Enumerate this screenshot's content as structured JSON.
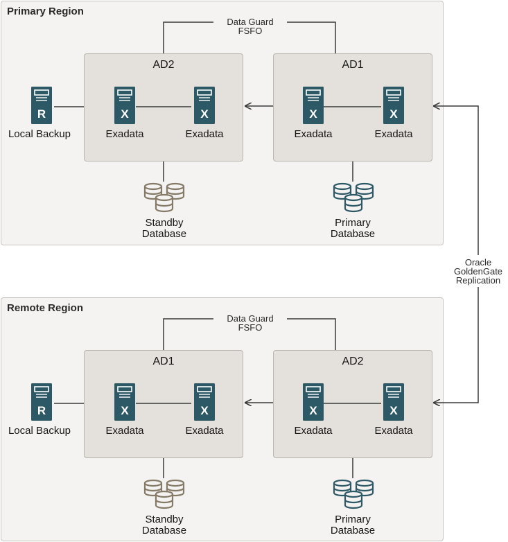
{
  "primary_region": {
    "title": "Primary Region",
    "data_guard_label_1": "Data Guard",
    "data_guard_label_2": "FSFO",
    "left_ad": {
      "label": "AD2",
      "server_a": "Exadata",
      "server_b": "Exadata"
    },
    "right_ad": {
      "label": "AD1",
      "server_a": "Exadata",
      "server_b": "Exadata"
    },
    "local_backup": {
      "label": "Local Backup",
      "glyph": "R"
    },
    "standby_db": {
      "line1": "Standby",
      "line2": "Database"
    },
    "primary_db": {
      "line1": "Primary",
      "line2": "Database"
    }
  },
  "remote_region": {
    "title": "Remote Region",
    "data_guard_label_1": "Data Guard",
    "data_guard_label_2": "FSFO",
    "left_ad": {
      "label": "AD1",
      "server_a": "Exadata",
      "server_b": "Exadata"
    },
    "right_ad": {
      "label": "AD2",
      "server_a": "Exadata",
      "server_b": "Exadata"
    },
    "local_backup": {
      "label": "Local Backup",
      "glyph": "R"
    },
    "standby_db": {
      "line1": "Standby",
      "line2": "Database"
    },
    "primary_db": {
      "line1": "Primary",
      "line2": "Database"
    }
  },
  "replication": {
    "line1": "Oracle",
    "line2": "GoldenGate",
    "line3": "Replication"
  },
  "server_glyph": "X",
  "colors": {
    "teal": "#2d5967",
    "db_gray": "#857a68",
    "connector": "#3a3a3a"
  }
}
